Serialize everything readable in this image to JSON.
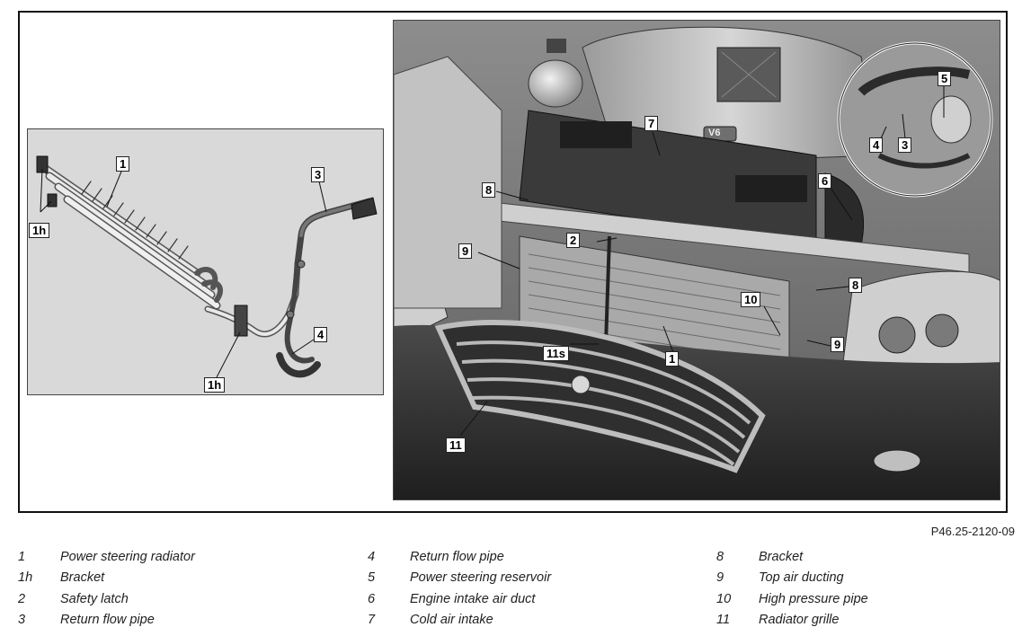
{
  "figure_code": "P46.25-2120-09",
  "inset_callouts": [
    "1",
    "1h",
    "3",
    "4",
    "1h"
  ],
  "photo_callouts": [
    "7",
    "5",
    "4",
    "3",
    "8",
    "6",
    "2",
    "9",
    "8",
    "10",
    "9",
    "11s",
    "1",
    "11"
  ],
  "engine_badge": "V6",
  "legend": [
    [
      {
        "key": "1",
        "text": "Power steering radiator"
      },
      {
        "key": "1h",
        "text": "Bracket"
      },
      {
        "key": "2",
        "text": "Safety latch"
      },
      {
        "key": "3",
        "text": "Return flow pipe"
      }
    ],
    [
      {
        "key": "4",
        "text": "Return flow pipe"
      },
      {
        "key": "5",
        "text": "Power steering reservoir"
      },
      {
        "key": "6",
        "text": "Engine intake air duct"
      },
      {
        "key": "7",
        "text": "Cold air intake"
      }
    ],
    [
      {
        "key": "8",
        "text": "Bracket"
      },
      {
        "key": "9",
        "text": "Top air ducting"
      },
      {
        "key": "10",
        "text": "High pressure pipe"
      },
      {
        "key": "11",
        "text": "Radiator grille"
      }
    ]
  ]
}
